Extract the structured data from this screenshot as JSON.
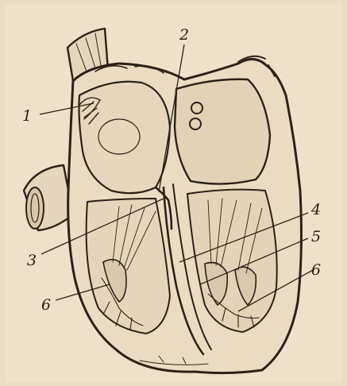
{
  "figure": {
    "labels": [
      "1",
      "2",
      "3",
      "4",
      "5",
      "6",
      "6"
    ]
  },
  "colors": {
    "paper": "#e9dcc4",
    "ink": "#2b2118",
    "shade": "#6f5f4d"
  }
}
